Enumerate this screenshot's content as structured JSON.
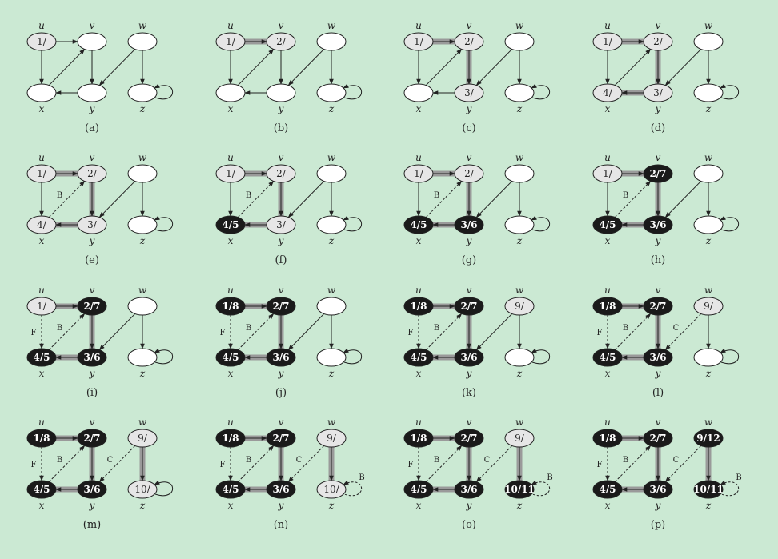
{
  "colors": {
    "background": "#cbe9d3",
    "white_node": "#ffffff",
    "gray_node": "#e6e6e6",
    "black_node": "#1a1a1a",
    "tree_edge_shade": "#9a9a9a",
    "stroke": "#222222"
  },
  "vertex_names": {
    "u": "u",
    "v": "v",
    "w": "w",
    "x": "x",
    "y": "y",
    "z": "z"
  },
  "edge_type_labels": {
    "B": "B",
    "F": "F",
    "C": "C"
  },
  "panels": [
    {
      "id": "a",
      "caption": "(a)",
      "nodes": {
        "u": {
          "label": "1/",
          "color": "gray"
        },
        "v": {
          "label": "",
          "color": "white"
        },
        "w": {
          "label": "",
          "color": "white"
        },
        "x": {
          "label": "",
          "color": "white"
        },
        "y": {
          "label": "",
          "color": "white"
        },
        "z": {
          "label": "",
          "color": "white"
        }
      },
      "edges": []
    },
    {
      "id": "b",
      "caption": "(b)",
      "nodes": {
        "u": {
          "label": "1/",
          "color": "gray"
        },
        "v": {
          "label": "2/",
          "color": "gray"
        },
        "w": {
          "label": "",
          "color": "white"
        },
        "x": {
          "label": "",
          "color": "white"
        },
        "y": {
          "label": "",
          "color": "white"
        },
        "z": {
          "label": "",
          "color": "white"
        }
      },
      "edges": [
        {
          "key": "uv",
          "type": "tree"
        }
      ]
    },
    {
      "id": "c",
      "caption": "(c)",
      "nodes": {
        "u": {
          "label": "1/",
          "color": "gray"
        },
        "v": {
          "label": "2/",
          "color": "gray"
        },
        "w": {
          "label": "",
          "color": "white"
        },
        "x": {
          "label": "",
          "color": "white"
        },
        "y": {
          "label": "3/",
          "color": "gray"
        },
        "z": {
          "label": "",
          "color": "white"
        }
      },
      "edges": [
        {
          "key": "uv",
          "type": "tree"
        },
        {
          "key": "vy",
          "type": "tree"
        }
      ]
    },
    {
      "id": "d",
      "caption": "(d)",
      "nodes": {
        "u": {
          "label": "1/",
          "color": "gray"
        },
        "v": {
          "label": "2/",
          "color": "gray"
        },
        "w": {
          "label": "",
          "color": "white"
        },
        "x": {
          "label": "4/",
          "color": "gray"
        },
        "y": {
          "label": "3/",
          "color": "gray"
        },
        "z": {
          "label": "",
          "color": "white"
        }
      },
      "edges": [
        {
          "key": "uv",
          "type": "tree"
        },
        {
          "key": "vy",
          "type": "tree"
        },
        {
          "key": "yx",
          "type": "tree"
        }
      ]
    },
    {
      "id": "e",
      "caption": "(e)",
      "nodes": {
        "u": {
          "label": "1/",
          "color": "gray"
        },
        "v": {
          "label": "2/",
          "color": "gray"
        },
        "w": {
          "label": "",
          "color": "white"
        },
        "x": {
          "label": "4/",
          "color": "gray"
        },
        "y": {
          "label": "3/",
          "color": "gray"
        },
        "z": {
          "label": "",
          "color": "white"
        }
      },
      "edges": [
        {
          "key": "uv",
          "type": "tree"
        },
        {
          "key": "vy",
          "type": "tree"
        },
        {
          "key": "yx",
          "type": "tree"
        },
        {
          "key": "xv",
          "type": "B"
        }
      ]
    },
    {
      "id": "f",
      "caption": "(f)",
      "nodes": {
        "u": {
          "label": "1/",
          "color": "gray"
        },
        "v": {
          "label": "2/",
          "color": "gray"
        },
        "w": {
          "label": "",
          "color": "white"
        },
        "x": {
          "label": "4/5",
          "color": "black"
        },
        "y": {
          "label": "3/",
          "color": "gray"
        },
        "z": {
          "label": "",
          "color": "white"
        }
      },
      "edges": [
        {
          "key": "uv",
          "type": "tree"
        },
        {
          "key": "vy",
          "type": "tree"
        },
        {
          "key": "yx",
          "type": "tree"
        },
        {
          "key": "xv",
          "type": "B"
        }
      ]
    },
    {
      "id": "g",
      "caption": "(g)",
      "nodes": {
        "u": {
          "label": "1/",
          "color": "gray"
        },
        "v": {
          "label": "2/",
          "color": "gray"
        },
        "w": {
          "label": "",
          "color": "white"
        },
        "x": {
          "label": "4/5",
          "color": "black"
        },
        "y": {
          "label": "3/6",
          "color": "black"
        },
        "z": {
          "label": "",
          "color": "white"
        }
      },
      "edges": [
        {
          "key": "uv",
          "type": "tree"
        },
        {
          "key": "vy",
          "type": "tree"
        },
        {
          "key": "yx",
          "type": "tree"
        },
        {
          "key": "xv",
          "type": "B"
        }
      ]
    },
    {
      "id": "h",
      "caption": "(h)",
      "nodes": {
        "u": {
          "label": "1/",
          "color": "gray"
        },
        "v": {
          "label": "2/7",
          "color": "black"
        },
        "w": {
          "label": "",
          "color": "white"
        },
        "x": {
          "label": "4/5",
          "color": "black"
        },
        "y": {
          "label": "3/6",
          "color": "black"
        },
        "z": {
          "label": "",
          "color": "white"
        }
      },
      "edges": [
        {
          "key": "uv",
          "type": "tree"
        },
        {
          "key": "vy",
          "type": "tree"
        },
        {
          "key": "yx",
          "type": "tree"
        },
        {
          "key": "xv",
          "type": "B"
        }
      ]
    },
    {
      "id": "i",
      "caption": "(i)",
      "nodes": {
        "u": {
          "label": "1/",
          "color": "gray"
        },
        "v": {
          "label": "2/7",
          "color": "black"
        },
        "w": {
          "label": "",
          "color": "white"
        },
        "x": {
          "label": "4/5",
          "color": "black"
        },
        "y": {
          "label": "3/6",
          "color": "black"
        },
        "z": {
          "label": "",
          "color": "white"
        }
      },
      "edges": [
        {
          "key": "uv",
          "type": "tree"
        },
        {
          "key": "vy",
          "type": "tree"
        },
        {
          "key": "yx",
          "type": "tree"
        },
        {
          "key": "xv",
          "type": "B"
        },
        {
          "key": "ux",
          "type": "F"
        }
      ]
    },
    {
      "id": "j",
      "caption": "(j)",
      "nodes": {
        "u": {
          "label": "1/8",
          "color": "black"
        },
        "v": {
          "label": "2/7",
          "color": "black"
        },
        "w": {
          "label": "",
          "color": "white"
        },
        "x": {
          "label": "4/5",
          "color": "black"
        },
        "y": {
          "label": "3/6",
          "color": "black"
        },
        "z": {
          "label": "",
          "color": "white"
        }
      },
      "edges": [
        {
          "key": "uv",
          "type": "tree"
        },
        {
          "key": "vy",
          "type": "tree"
        },
        {
          "key": "yx",
          "type": "tree"
        },
        {
          "key": "xv",
          "type": "B"
        },
        {
          "key": "ux",
          "type": "F"
        }
      ]
    },
    {
      "id": "k",
      "caption": "(k)",
      "nodes": {
        "u": {
          "label": "1/8",
          "color": "black"
        },
        "v": {
          "label": "2/7",
          "color": "black"
        },
        "w": {
          "label": "9/",
          "color": "gray"
        },
        "x": {
          "label": "4/5",
          "color": "black"
        },
        "y": {
          "label": "3/6",
          "color": "black"
        },
        "z": {
          "label": "",
          "color": "white"
        }
      },
      "edges": [
        {
          "key": "uv",
          "type": "tree"
        },
        {
          "key": "vy",
          "type": "tree"
        },
        {
          "key": "yx",
          "type": "tree"
        },
        {
          "key": "xv",
          "type": "B"
        },
        {
          "key": "ux",
          "type": "F"
        }
      ]
    },
    {
      "id": "l",
      "caption": "(l)",
      "nodes": {
        "u": {
          "label": "1/8",
          "color": "black"
        },
        "v": {
          "label": "2/7",
          "color": "black"
        },
        "w": {
          "label": "9/",
          "color": "gray"
        },
        "x": {
          "label": "4/5",
          "color": "black"
        },
        "y": {
          "label": "3/6",
          "color": "black"
        },
        "z": {
          "label": "",
          "color": "white"
        }
      },
      "edges": [
        {
          "key": "uv",
          "type": "tree"
        },
        {
          "key": "vy",
          "type": "tree"
        },
        {
          "key": "yx",
          "type": "tree"
        },
        {
          "key": "xv",
          "type": "B"
        },
        {
          "key": "ux",
          "type": "F"
        },
        {
          "key": "wy",
          "type": "C"
        }
      ]
    },
    {
      "id": "m",
      "caption": "(m)",
      "nodes": {
        "u": {
          "label": "1/8",
          "color": "black"
        },
        "v": {
          "label": "2/7",
          "color": "black"
        },
        "w": {
          "label": "9/",
          "color": "gray"
        },
        "x": {
          "label": "4/5",
          "color": "black"
        },
        "y": {
          "label": "3/6",
          "color": "black"
        },
        "z": {
          "label": "10/",
          "color": "gray"
        }
      },
      "edges": [
        {
          "key": "uv",
          "type": "tree"
        },
        {
          "key": "vy",
          "type": "tree"
        },
        {
          "key": "yx",
          "type": "tree"
        },
        {
          "key": "xv",
          "type": "B"
        },
        {
          "key": "ux",
          "type": "F"
        },
        {
          "key": "wy",
          "type": "C"
        },
        {
          "key": "wz",
          "type": "tree"
        }
      ]
    },
    {
      "id": "n",
      "caption": "(n)",
      "nodes": {
        "u": {
          "label": "1/8",
          "color": "black"
        },
        "v": {
          "label": "2/7",
          "color": "black"
        },
        "w": {
          "label": "9/",
          "color": "gray"
        },
        "x": {
          "label": "4/5",
          "color": "black"
        },
        "y": {
          "label": "3/6",
          "color": "black"
        },
        "z": {
          "label": "10/",
          "color": "gray"
        }
      },
      "edges": [
        {
          "key": "uv",
          "type": "tree"
        },
        {
          "key": "vy",
          "type": "tree"
        },
        {
          "key": "yx",
          "type": "tree"
        },
        {
          "key": "xv",
          "type": "B"
        },
        {
          "key": "ux",
          "type": "F"
        },
        {
          "key": "wy",
          "type": "C"
        },
        {
          "key": "wz",
          "type": "tree"
        },
        {
          "key": "zz",
          "type": "B"
        }
      ]
    },
    {
      "id": "o",
      "caption": "(o)",
      "nodes": {
        "u": {
          "label": "1/8",
          "color": "black"
        },
        "v": {
          "label": "2/7",
          "color": "black"
        },
        "w": {
          "label": "9/",
          "color": "gray"
        },
        "x": {
          "label": "4/5",
          "color": "black"
        },
        "y": {
          "label": "3/6",
          "color": "black"
        },
        "z": {
          "label": "10/11",
          "color": "black"
        }
      },
      "edges": [
        {
          "key": "uv",
          "type": "tree"
        },
        {
          "key": "vy",
          "type": "tree"
        },
        {
          "key": "yx",
          "type": "tree"
        },
        {
          "key": "xv",
          "type": "B"
        },
        {
          "key": "ux",
          "type": "F"
        },
        {
          "key": "wy",
          "type": "C"
        },
        {
          "key": "wz",
          "type": "tree"
        },
        {
          "key": "zz",
          "type": "B"
        }
      ]
    },
    {
      "id": "p",
      "caption": "(p)",
      "nodes": {
        "u": {
          "label": "1/8",
          "color": "black"
        },
        "v": {
          "label": "2/7",
          "color": "black"
        },
        "w": {
          "label": "9/12",
          "color": "black"
        },
        "x": {
          "label": "4/5",
          "color": "black"
        },
        "y": {
          "label": "3/6",
          "color": "black"
        },
        "z": {
          "label": "10/11",
          "color": "black"
        }
      },
      "edges": [
        {
          "key": "uv",
          "type": "tree"
        },
        {
          "key": "vy",
          "type": "tree"
        },
        {
          "key": "yx",
          "type": "tree"
        },
        {
          "key": "xv",
          "type": "B"
        },
        {
          "key": "ux",
          "type": "F"
        },
        {
          "key": "wy",
          "type": "C"
        },
        {
          "key": "wz",
          "type": "tree"
        },
        {
          "key": "zz",
          "type": "B"
        }
      ]
    }
  ]
}
